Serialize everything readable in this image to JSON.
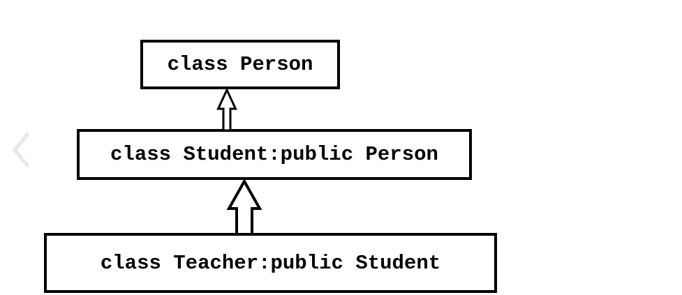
{
  "page": {
    "background": "#ffffff"
  },
  "nav": {
    "prev_chevron": "‹"
  },
  "diagram": {
    "type": "uml-class-inheritance",
    "nodes": [
      {
        "id": "person",
        "label": "class Person"
      },
      {
        "id": "student",
        "label": "class Student:public Person"
      },
      {
        "id": "teacher",
        "label": "class Teacher:public Student"
      }
    ],
    "edges": [
      {
        "from": "student",
        "to": "person",
        "style": "hollow-triangle-up-arrow"
      },
      {
        "from": "teacher",
        "to": "student",
        "style": "hollow-triangle-up-arrow"
      }
    ],
    "colors": {
      "box_border": "#000000",
      "box_fill": "#ffffff",
      "text": "#000000",
      "background": "#ffffff",
      "nav_chevron": "#e9e9e9"
    }
  }
}
